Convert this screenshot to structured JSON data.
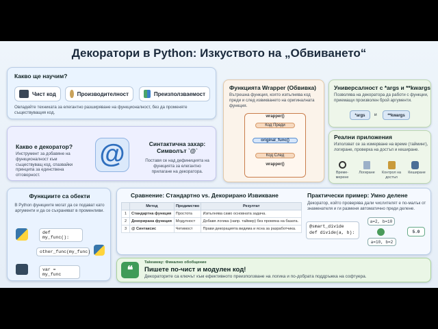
{
  "title": "Декоратори в Python: Изкуството на „Обвиването“",
  "learn": {
    "heading": "Какво ще научим?",
    "chips": [
      "Чист код",
      "Производителност",
      "Преизползваемост"
    ],
    "desc": "Овладейте техниката за елегантно разширяване на функционалност, без да променяте съществуващия код."
  },
  "what": {
    "heading": "Какво е декоратор?",
    "desc": "Инструмент за добавяне на функционалност към съществуващ код, спазвайки принципа за единствена отговорност.",
    "symbol": "@",
    "sugar_heading": "Синтактична захар: Символът `@`",
    "sugar_desc": "Поставя се над дефиницията на функцията за елегантно прилагане на декоратора."
  },
  "objects": {
    "heading": "Функциите са обекти",
    "desc": "В Python функциите могат да се подават като аргументи и да се съхраняват в променливи.",
    "code": [
      "def my_func():",
      "other_func(my_func)",
      "var = my_func"
    ]
  },
  "wrapper": {
    "heading": "Функцията Wrapper (Обвивка)",
    "desc": "Вътрешна функция, която изпълнява код преди и след извикването на оригиналната функция.",
    "steps": [
      "wrapper()",
      "Код Преди",
      "original_func()",
      "Код След",
      "wrapper()"
    ]
  },
  "universal": {
    "heading": "Универсалност с *args и **kwargs",
    "desc": "Позволява на декоратора да работи с функции, приемащи произволен брой аргументи.",
    "a1": "*args",
    "and": "и",
    "a2": "**kwargs"
  },
  "real": {
    "heading": "Реални приложения",
    "desc": "Използват се за измерване на време (тайминг), логиране, проверка на достъп и кеширане.",
    "items": [
      "Време-мерене",
      "Логиране",
      "Контрол на достъп",
      "Кеширане"
    ]
  },
  "compare": {
    "heading": "Сравнение: Стандартно vs. Декорирано Извикване",
    "cols": [
      "",
      "Метод",
      "Предимство",
      "Резултат"
    ],
    "rows": [
      [
        "1",
        "Стандартна функция",
        "Простота",
        "Изпълнява само основната задача."
      ],
      [
        "2",
        "Декорирана функция",
        "Модулност",
        "Добавя логика (напр. таймер) без промяна на базата."
      ],
      [
        "3",
        "@ Синтаксис",
        "Четимост",
        "Прави декорацията видима и ясна за разработчика."
      ]
    ]
  },
  "example": {
    "heading": "Практически пример: Умно делене",
    "desc": "Декоратор, който проверява дали числителят е по-малък от знаменателя и ги разменя автоматично преди делене.",
    "code": [
      "@smart_divide",
      "def divide(a, b):"
    ],
    "in1": "a=2, b=10",
    "in2": "a=10, b=2",
    "out": "5.0"
  },
  "takeaway": {
    "label": "Takeaway: Финално обобщение",
    "heading": "Пишете по-чист и модулен код!",
    "desc": "Декораторите са ключът към ефективното преизползване на логика и по-добрата поддръжка на софтуера."
  }
}
